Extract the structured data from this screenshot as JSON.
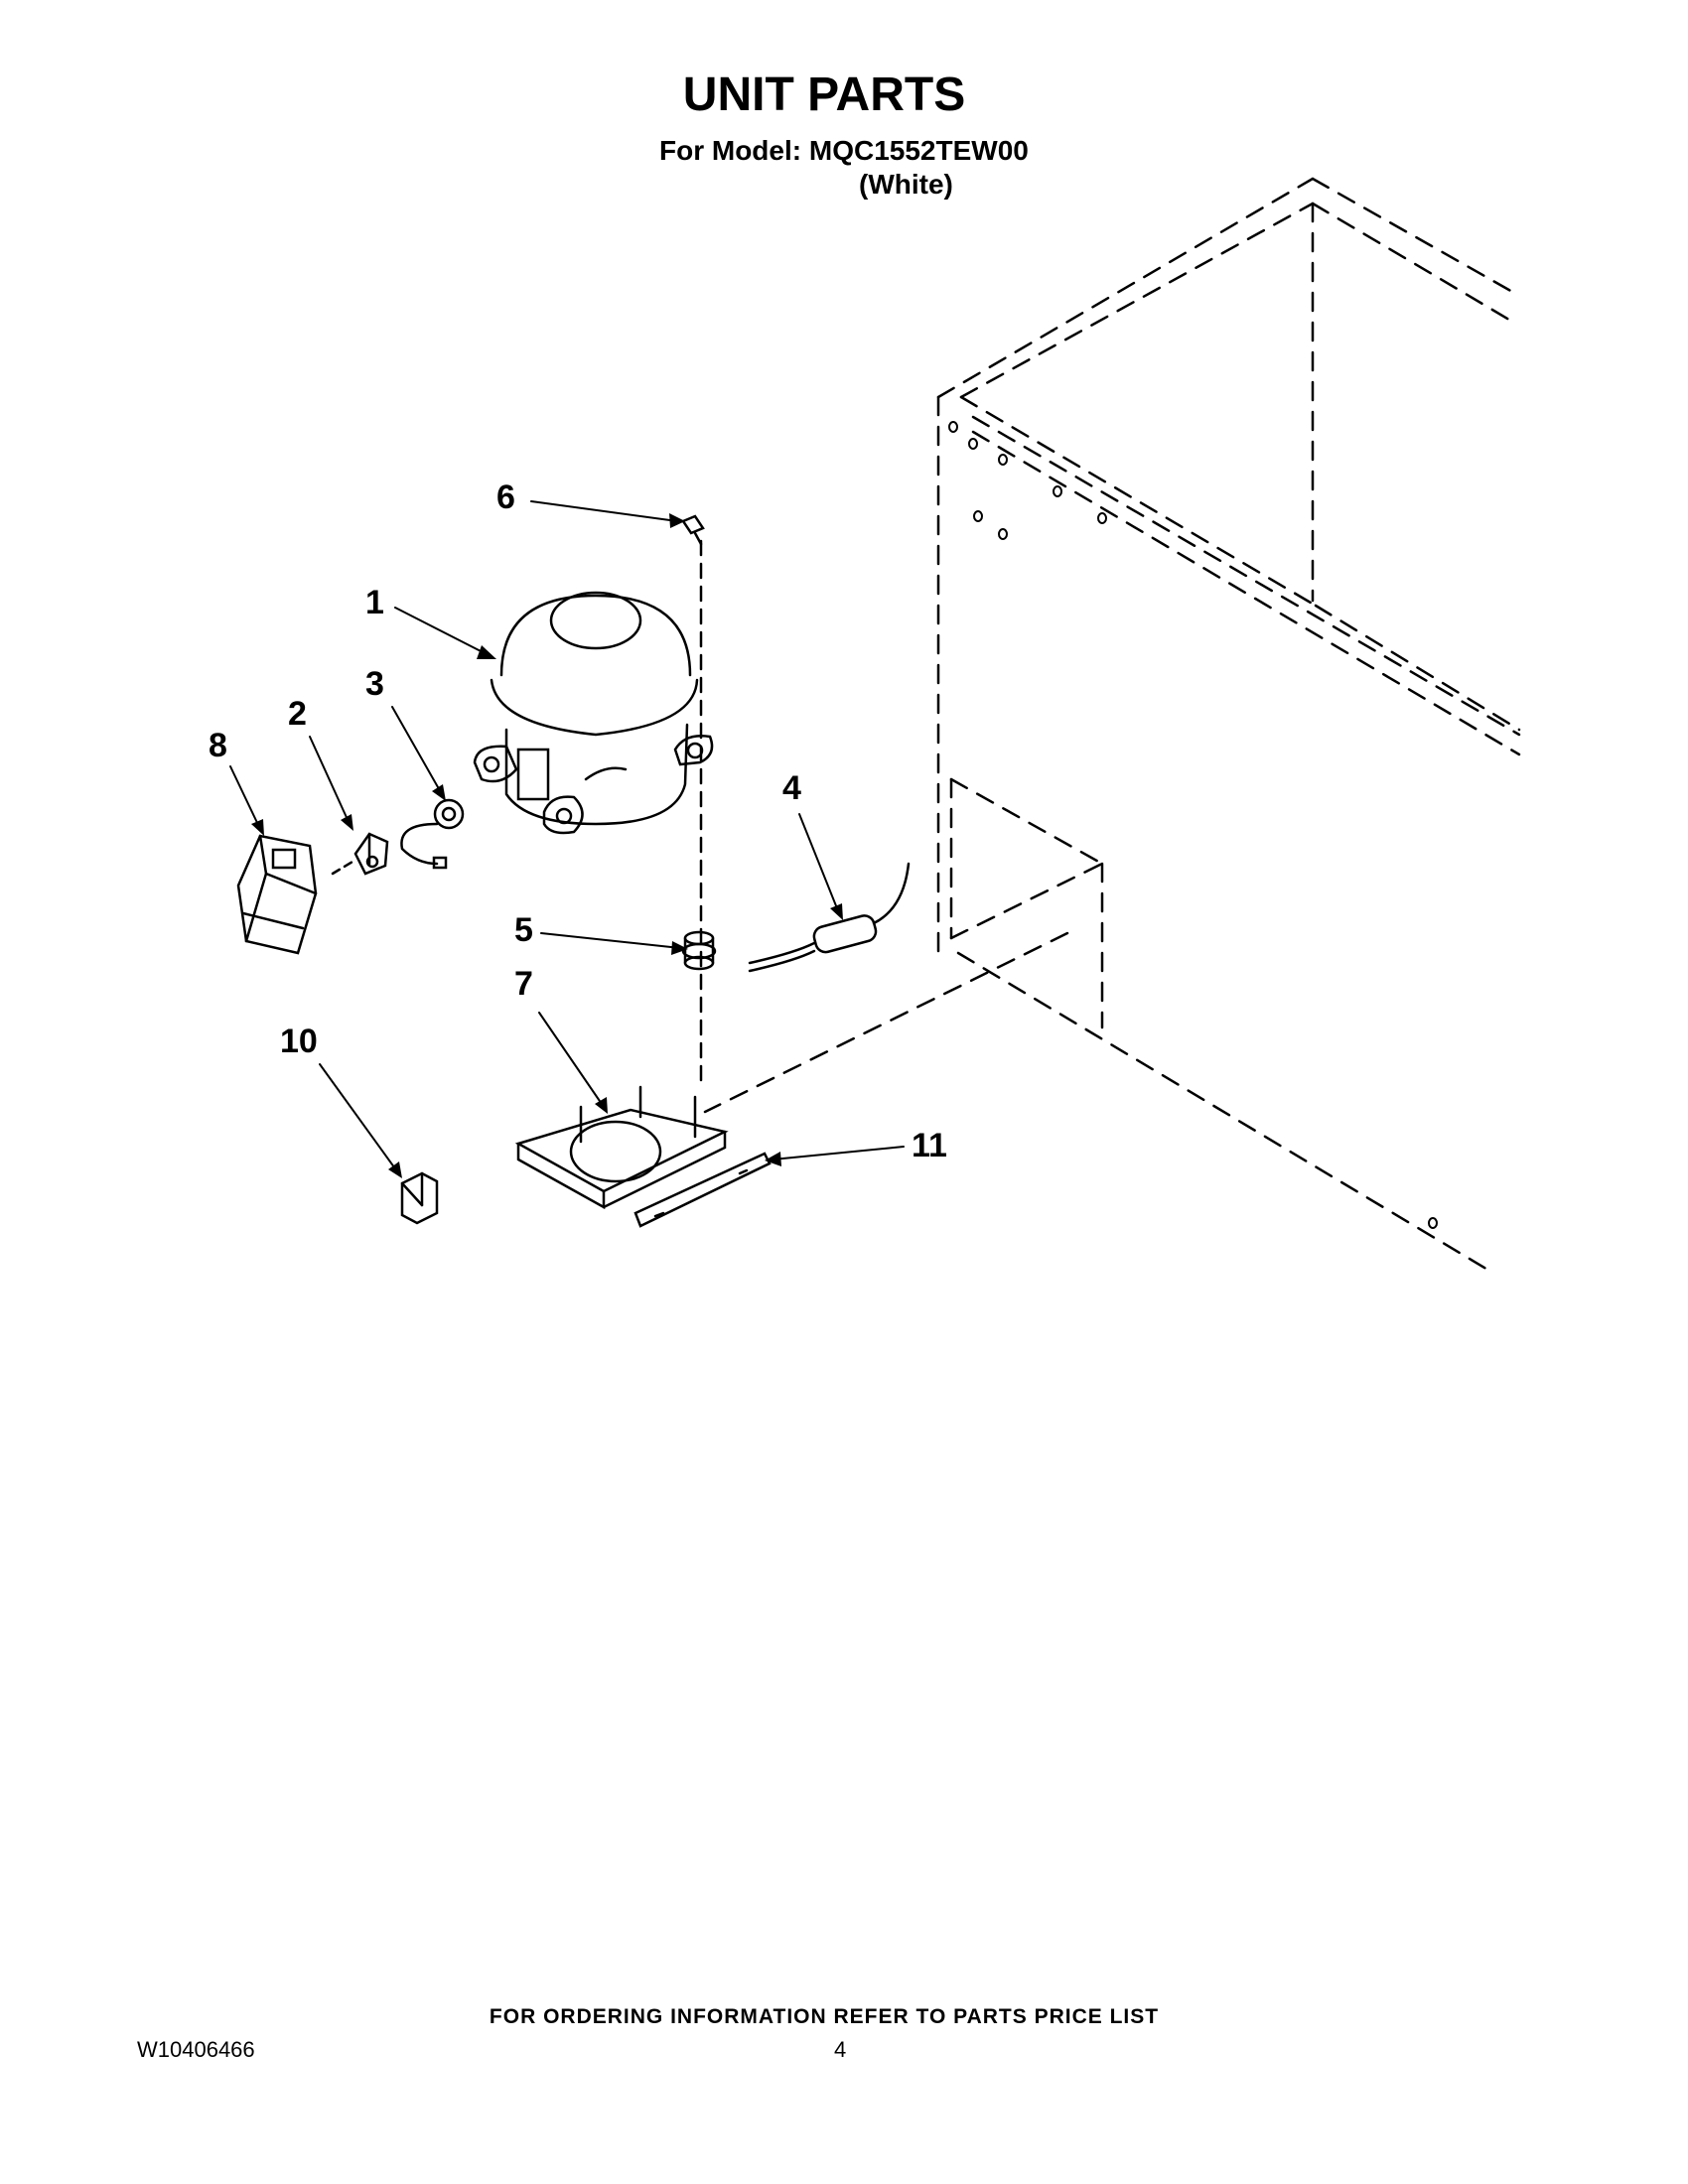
{
  "header": {
    "title": "UNIT PARTS",
    "model_line": "For Model: MQC1552TEW00",
    "model_variant": "(White)"
  },
  "diagram": {
    "callouts": [
      "1",
      "2",
      "3",
      "4",
      "5",
      "6",
      "7",
      "8",
      "10",
      "11"
    ]
  },
  "footer": {
    "ordering_info": "FOR ORDERING INFORMATION REFER TO PARTS PRICE LIST",
    "doc_number": "W10406466",
    "page_number": "4"
  }
}
